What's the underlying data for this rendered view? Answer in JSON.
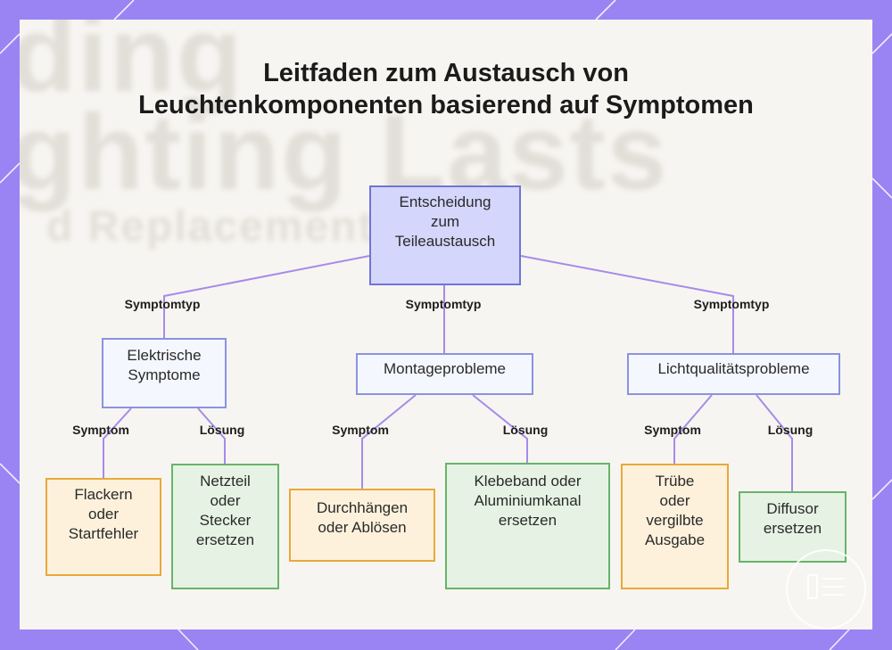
{
  "title": "Leitfaden zum Austausch von Leuchtenkomponenten basierend auf Symptomen",
  "background_text": [
    "ding",
    "ghting Lasts",
    "d Replacement Ti"
  ],
  "colors": {
    "frame": "#9a84f3",
    "edge": "#a58bea",
    "root_fill": "#d4d6fb",
    "category_fill": "#f5f7ff",
    "symptom_fill": "#fdf1dc",
    "symptom_border": "#e8a93a",
    "solution_fill": "#e6f3e4",
    "solution_border": "#66b468"
  },
  "root": {
    "lines": [
      "Entscheidung",
      "zum",
      "Teileaustausch"
    ]
  },
  "edge_labels": {
    "symptomtyp": "Symptomtyp",
    "symptom": "Symptom",
    "loesung": "Lösung"
  },
  "categories": [
    {
      "lines": [
        "Elektrische",
        "Symptome"
      ],
      "symptom": [
        "Flackern",
        "oder",
        "Startfehler"
      ],
      "solution": [
        "Netzteil",
        "oder",
        "Stecker",
        "ersetzen"
      ]
    },
    {
      "lines": [
        "Montageprobleme"
      ],
      "symptom": [
        "Durchhängen",
        "oder Ablösen"
      ],
      "solution": [
        "Klebeband oder",
        "Aluminiumkanal",
        "ersetzen"
      ]
    },
    {
      "lines": [
        "Lichtqualitätsprobleme"
      ],
      "symptom": [
        "Trübe",
        "oder",
        "vergilbte",
        "Ausgabe"
      ],
      "solution": [
        "Diffusor",
        "ersetzen"
      ]
    }
  ],
  "logo_icon": "grid-logo-icon"
}
